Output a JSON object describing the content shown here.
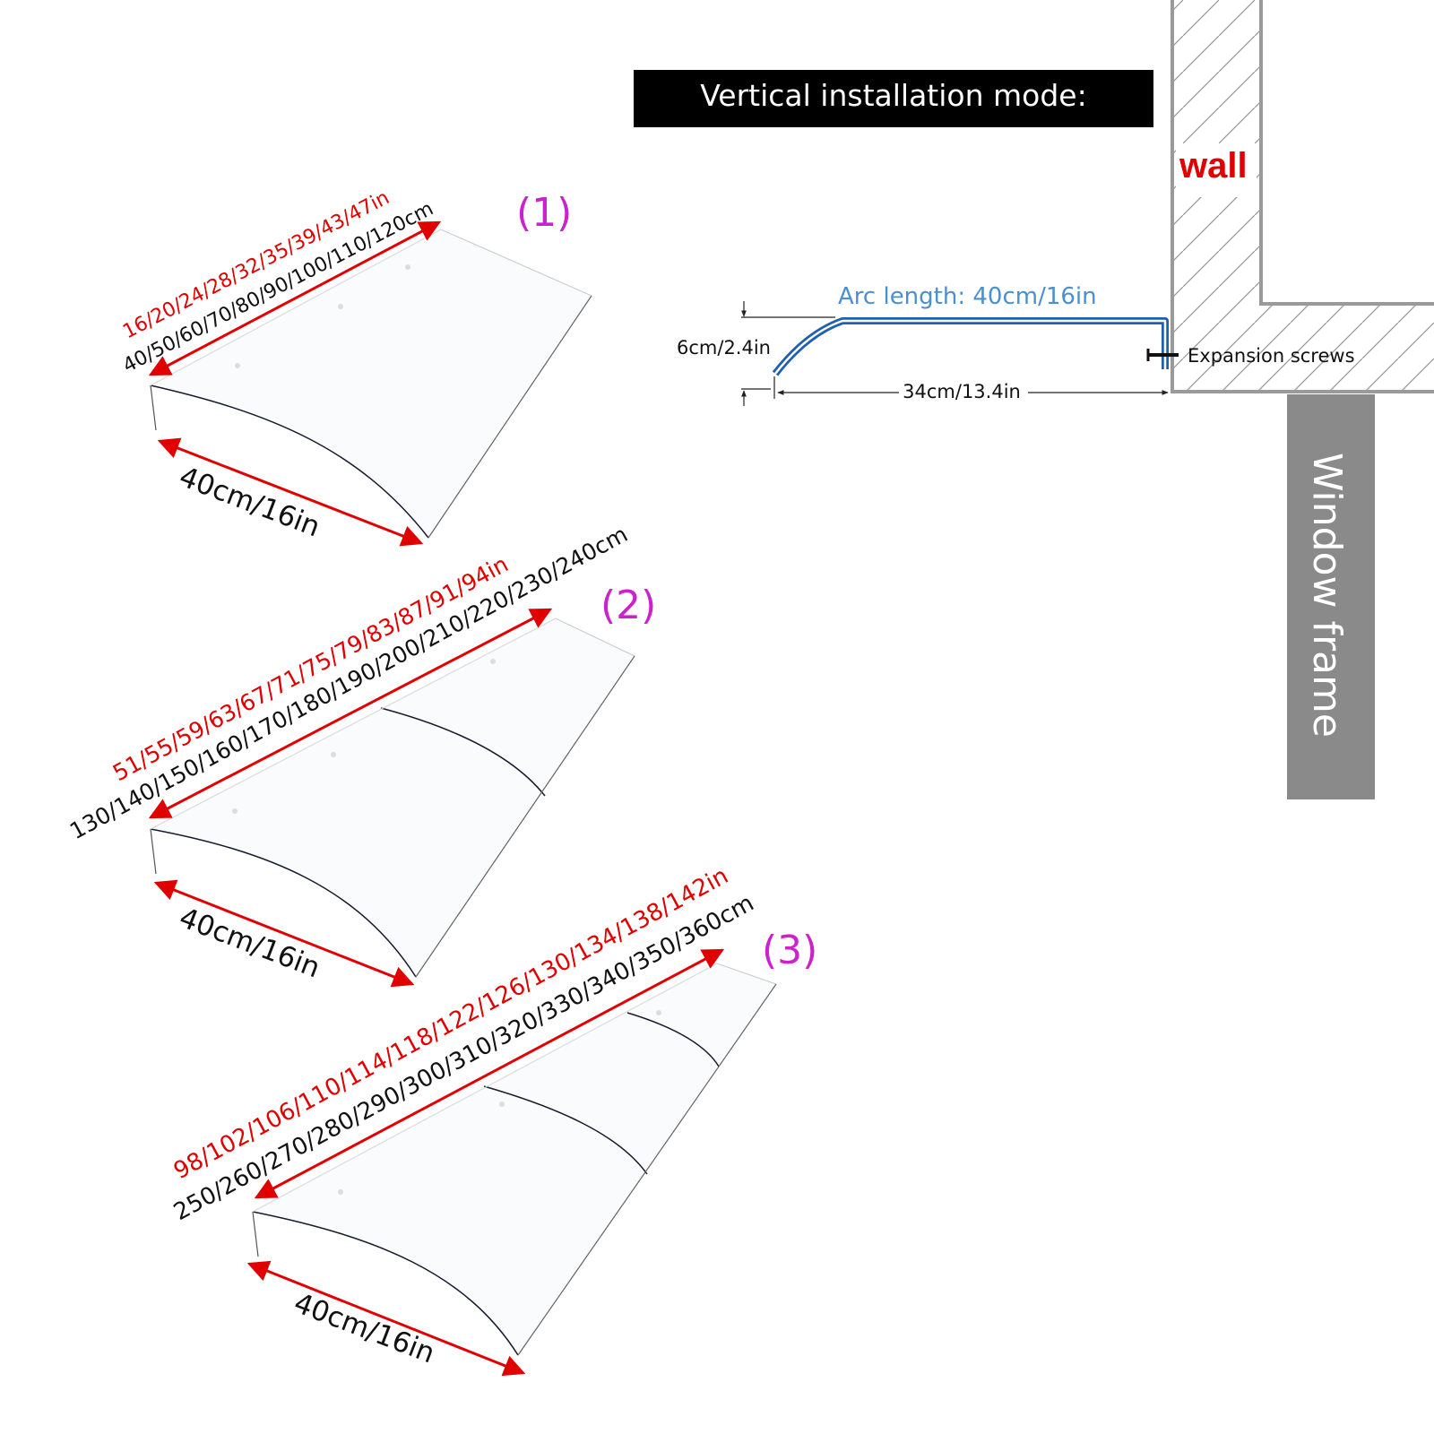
{
  "header": {
    "title": "Vertical installation mode:"
  },
  "wall_label": "wall",
  "window_frame_label": "Window frame",
  "profile": {
    "arc_length": "Arc length: 40cm/16in",
    "height": "6cm/2.4in",
    "depth": "34cm/13.4in",
    "screws": "Expansion screws"
  },
  "panels": [
    {
      "number": "(1)",
      "inch_sizes": "16/20/24/28/32/35/39/43/47in",
      "cm_sizes": "40/50/60/70/80/90/100/110/120cm",
      "depth": "40cm/16in"
    },
    {
      "number": "(2)",
      "inch_sizes": "51/55/59/63/67/71/75/79/83/87/91/94in",
      "cm_sizes": "130/140/150/160/170/180/190/200/210/220/230/240cm",
      "depth": "40cm/16in"
    },
    {
      "number": "(3)",
      "inch_sizes": "98/102/106/110/114/118/122/126/130/134/138/142in",
      "cm_sizes": "250/260/270/280/290/300/310/320/330/340/350/360cm",
      "depth": "40cm/16in"
    }
  ],
  "colors": {
    "dimension_red": "#e00000",
    "panel_number": "#cc22cc",
    "arc_blue": "#4a8fd0",
    "profile_blue": "#1f5fb0",
    "frame_gray": "#8a8a8a",
    "header_bg": "#000000"
  }
}
